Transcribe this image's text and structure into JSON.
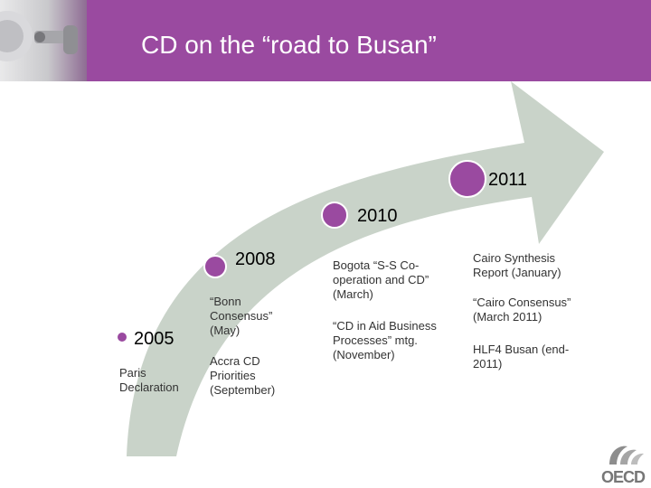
{
  "slide": {
    "title": "CD on the “road to Busan”",
    "colors": {
      "header": "#9a4aa0",
      "arrow": "#c9d3c9",
      "marker": "#9a4aa0"
    }
  },
  "milestones": [
    {
      "year": "2005",
      "notes": [
        "Paris\nDeclaration"
      ]
    },
    {
      "year": "2008",
      "notes": [
        "“Bonn\nConsensus”\n(May)",
        "Accra CD\nPriorities\n(September)"
      ]
    },
    {
      "year": "2010",
      "notes": [
        "Bogota “S-S Co-\noperation and CD”\n(March)",
        "“CD in Aid Business\nProcesses” mtg.\n(November)"
      ]
    },
    {
      "year": "2011",
      "notes": [
        "Cairo Synthesis\nReport  (January)",
        "“Cairo Consensus”\n(March 2011)",
        "HLF4 Busan (end-\n2011)"
      ]
    }
  ],
  "logo": {
    "text": "OECD",
    "icon": "oecd-logo-icon"
  }
}
